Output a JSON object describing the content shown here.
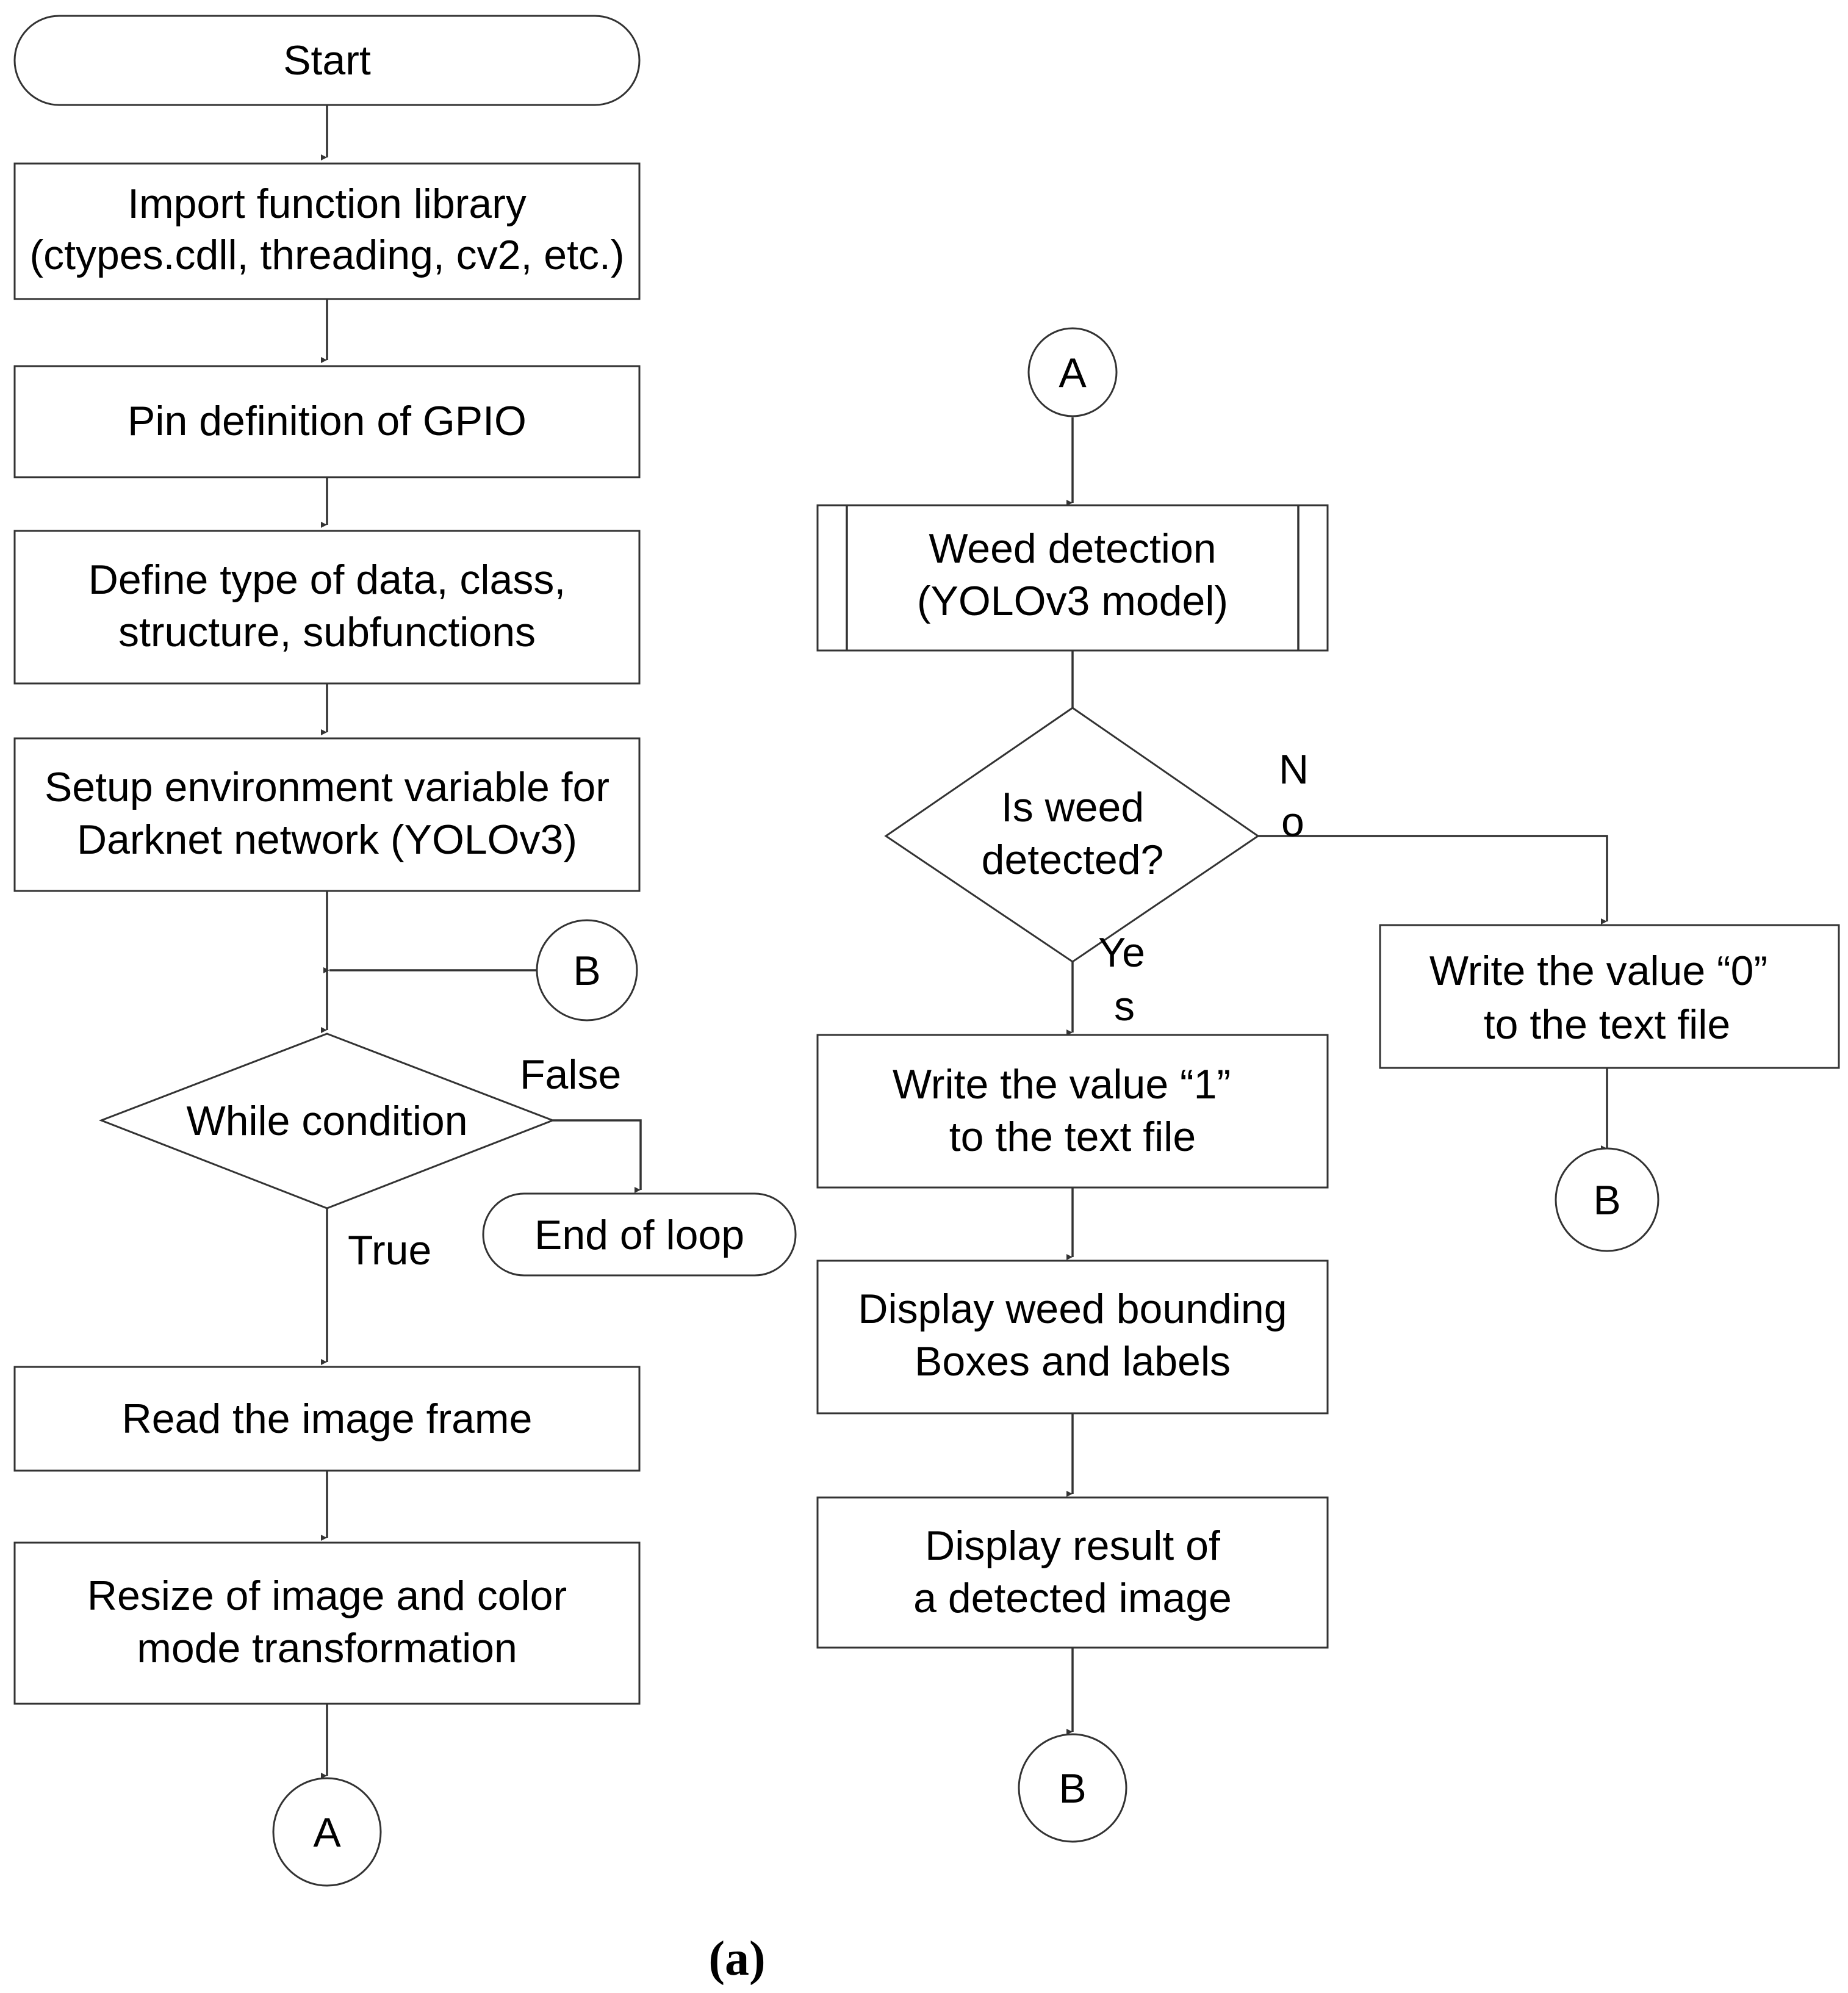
{
  "nodes": {
    "start": "Start",
    "import_1": "Import function library",
    "import_2": "(ctypes.cdll, threading, cv2, etc.)",
    "pin": "Pin definition of GPIO",
    "define_1": "Define type of data, class,",
    "define_2": "structure, subfunctions",
    "setup_1": "Setup environment variable for",
    "setup_2": "Darknet network (YOLOv3)",
    "connector_b_left": "B",
    "while": "While condition",
    "end_loop": "End of loop",
    "read": "Read the image frame",
    "resize_1": "Resize of image and color",
    "resize_2": "mode transformation",
    "connector_a_left": "A",
    "connector_a_right": "A",
    "weed_1": "Weed detection",
    "weed_2": "(YOLOv3 model)",
    "decision_1": "Is weed",
    "decision_2": "detected?",
    "write1_1": "Write  the value “1”",
    "write1_2": "to the text file",
    "write0_1": "Write  the value “0”",
    "write0_2": "to the text file",
    "connector_b_right": "B",
    "display_1": "Display weed bounding",
    "display_2": "Boxes and labels",
    "result_1": "Display result of",
    "result_2": "a detected image",
    "connector_b_bottom": "B"
  },
  "edge_labels": {
    "false": "False",
    "true": "True",
    "no_1": "N",
    "no_2": "o",
    "yes_1": "Ye",
    "yes_2": "s"
  },
  "caption": "(a)",
  "colors": {
    "stroke": "#333333",
    "text": "#000000",
    "background": "#ffffff"
  }
}
